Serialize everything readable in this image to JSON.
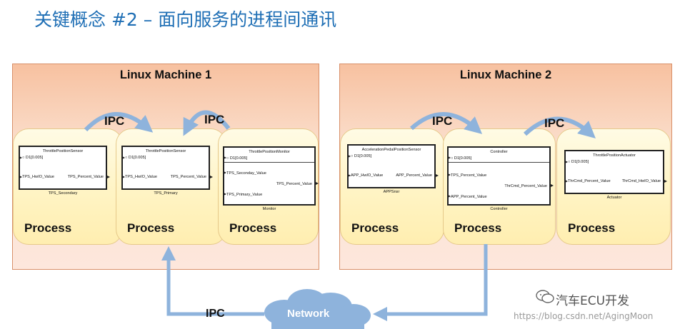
{
  "title": "关键概念 #2 – 面向服务的进程间通讯",
  "machines": [
    {
      "title": "Linux Machine 1"
    },
    {
      "title": "Linux Machine 2"
    }
  ],
  "process_label": "Process",
  "ipc_label": "IPC",
  "network_label": "Network",
  "blocks": {
    "tps_secondary": {
      "name": "ThrottlePositionSensor",
      "param": "D1[0.005]",
      "in": "TPS_HwIO_Value",
      "out": "TPS_Percent_Value",
      "caption": "TPS_Secondary"
    },
    "tps_primary": {
      "name": "ThrottlePositionSensor",
      "param": "D1[0.005]",
      "in": "TPS_HwIO_Value",
      "out": "TPS_Percent_Value",
      "caption": "TPS_Primary"
    },
    "monitor": {
      "name": "ThrottlePositionMonitor",
      "param": "D1[0.005]",
      "in1": "TPS_Seconday_Value",
      "out": "TPS_Percent_Value",
      "in2": "TPS_Primary_Value",
      "caption": "Monitor"
    },
    "apps": {
      "name": "AccelerationPedalPositionSensor",
      "param": "D1[0.005]",
      "in": "APP_HwIO_Value",
      "out": "APP_Percent_Value",
      "caption": "APPSnsr"
    },
    "controller": {
      "name": "Controller",
      "param": "D1[0.005]",
      "in1": "TPS_Percent_Value",
      "out": "ThrCmd_Percent_Value",
      "in2": "APP_Percent_Value",
      "caption": "Controller"
    },
    "actuator": {
      "name": "ThrottlePositionActuator",
      "param": "D1[0.005]",
      "in": "ThrCmd_Percent_Value",
      "out": "ThrCmd_HwIO_Value",
      "caption": "Actuator"
    }
  },
  "watermark": {
    "brand": "汽车ECU开发",
    "url": "https://blog.csdn.net/AgingMoon"
  },
  "colors": {
    "title": "#1f6fb5",
    "arrow": "#8eb3dc",
    "network_cloud": "#8eb3dc"
  }
}
